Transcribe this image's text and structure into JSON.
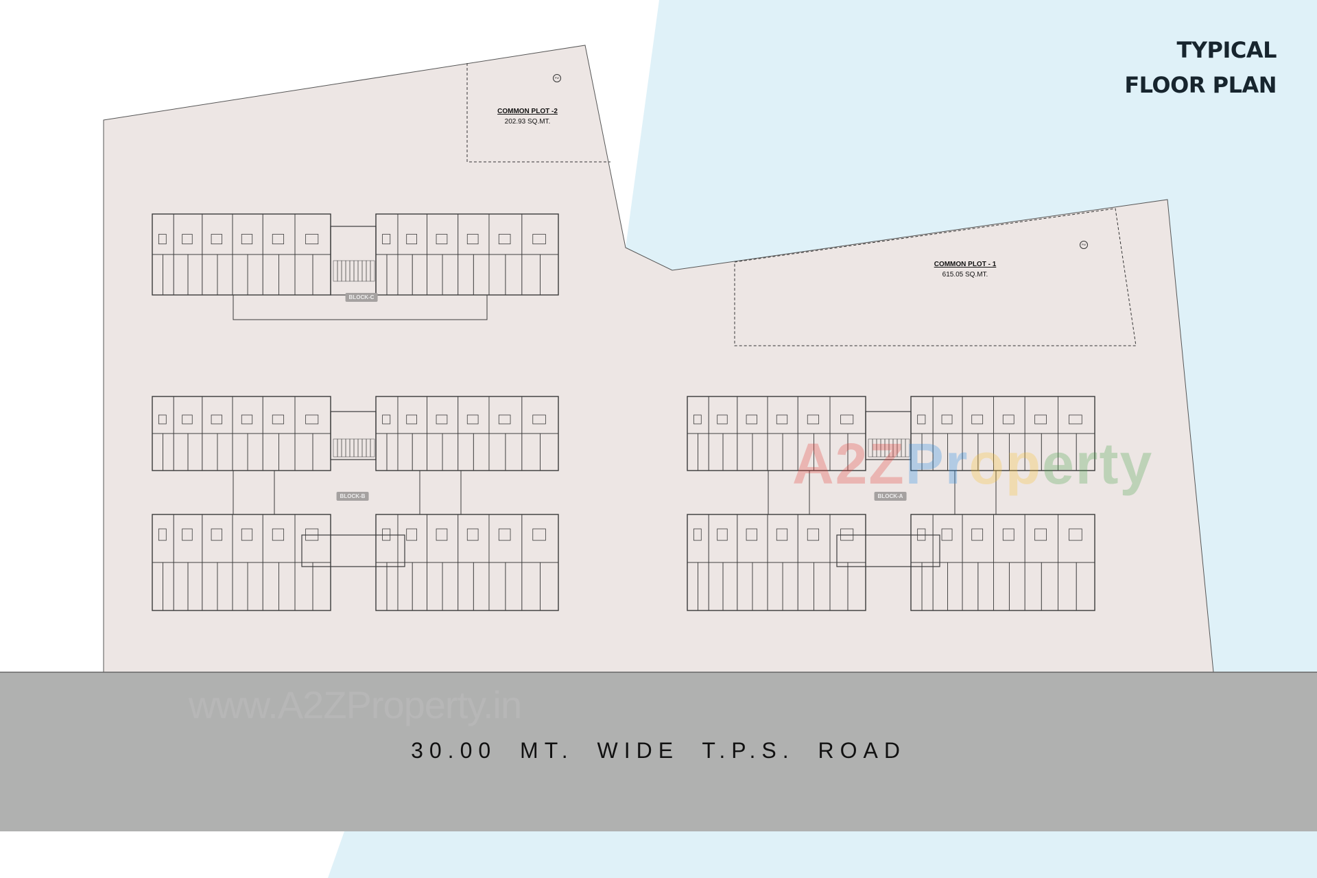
{
  "title": {
    "line1": "TYPICAL",
    "line2": "FLOOR PLAN"
  },
  "common_plots": [
    {
      "name": "COMMON PLOT -2",
      "area": "202.93 SQ.MT."
    },
    {
      "name": "COMMON PLOT - 1",
      "area": "615.05 SQ.MT."
    }
  ],
  "blocks": [
    {
      "label": "BLOCK-C"
    },
    {
      "label": "BLOCK-B"
    },
    {
      "label": "BLOCK-A"
    }
  ],
  "pw_marker": "PW",
  "road": {
    "label": "30.00  MT.  WIDE T.P.S. ROAD"
  },
  "watermarks": {
    "url": "www.A2ZProperty.in",
    "logo": [
      "A",
      "2",
      "Z",
      "P",
      "r",
      "o",
      "p",
      "e",
      "r",
      "t",
      "y"
    ]
  },
  "colors": {
    "sky": "#dff1f8",
    "plot": "#ede6e4",
    "road": "#b0b1b0",
    "title": "#17252e",
    "plan_lines": "#3a3a3a",
    "logo": [
      "#e53935",
      "#e53935",
      "#e53935",
      "#1e88e5",
      "#1e88e5",
      "#fbc02d",
      "#fbc02d",
      "#43a047",
      "#43a047",
      "#43a047",
      "#43a047"
    ]
  }
}
